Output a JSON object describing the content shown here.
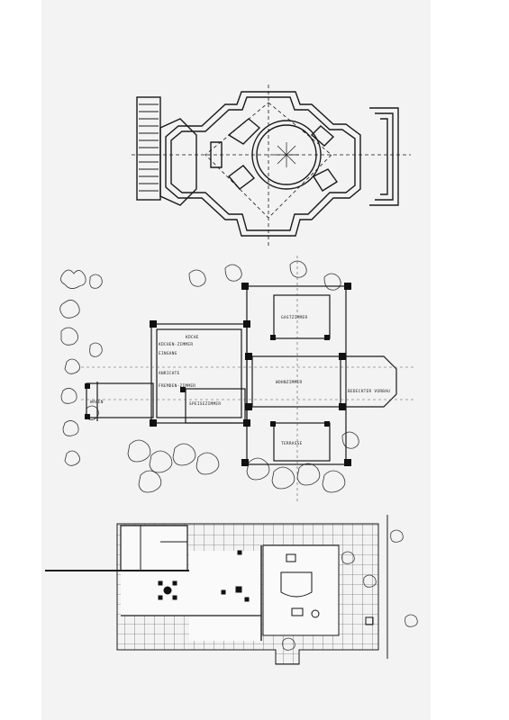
{
  "page": {
    "background": "#ffffff",
    "sheet_color": "#f3f3f3",
    "ink_color": "#1a1a1a"
  },
  "plans": [
    {
      "name": "centralized-villa-plan"
    },
    {
      "name": "prairie-house-plan",
      "room_labels": {
        "kitchen": "KÜCHE",
        "kitchen_annex": "KÜCHEN-ZIMMER",
        "service_entry": "EINGANG",
        "pantry": "ANRICHTE",
        "guest": "FREMDEN-ZIMMER",
        "dining": "SPEISEZIMMER",
        "living": "WOHNZIMMER",
        "porch": "TERRASSE",
        "covered_porch": "BEDECKTER VORBAU",
        "bedroom": "GASTZIMMER",
        "garage": "WAGEN"
      }
    },
    {
      "name": "open-plan-pavilion"
    }
  ]
}
